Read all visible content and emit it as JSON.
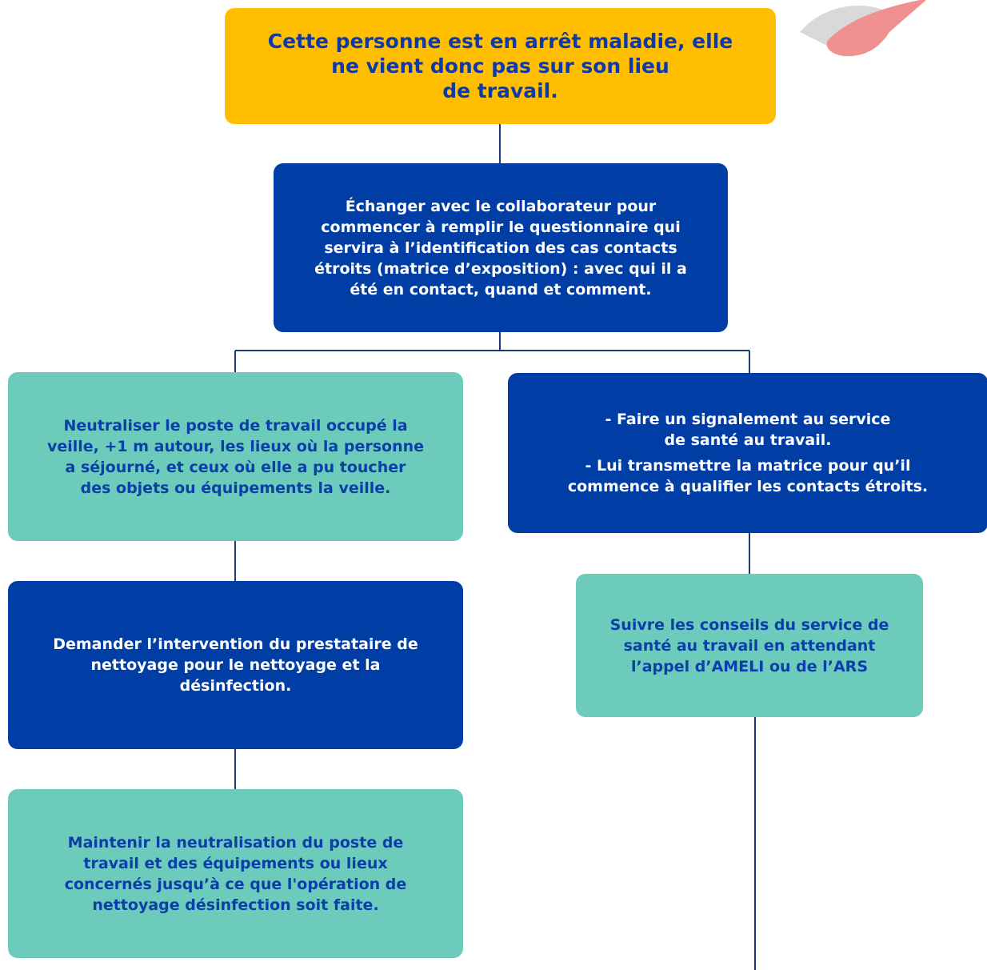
{
  "boxes": {
    "top": {
      "text": "Cette personne est en arrêt maladie, elle\nne vient donc pas sur son lieu\nde travail."
    },
    "exchange": {
      "text": "Échanger avec le collaborateur pour\ncommencer à remplir le questionnaire qui\nservira à l’identification des cas contacts\nétroits (matrice d’exposition) : avec qui il a\nété en contact, quand et comment."
    },
    "neutralize": {
      "text": "Neutraliser le poste de travail occupé la\nveille, +1 m autour, les lieux où la personne\na séjourné, et ceux où elle a pu toucher\ndes objets ou équipements la veille."
    },
    "report": {
      "line1": "- Faire un signalement au service\nde santé au travail.",
      "line2": "- Lui transmettre la matrice pour qu’il\ncommence à qualifier les contacts étroits."
    },
    "cleaning": {
      "text": "Demander l’intervention du prestataire de\nnettoyage pour  le nettoyage et la\ndésinfection."
    },
    "advice": {
      "text": "Suivre les conseils du service de\nsanté au travail en attendant\nl’appel d’AMELI ou de l’ARS"
    },
    "maintain": {
      "text": "Maintenir la neutralisation du poste de\ntravail et des équipements ou lieux\nconcernés jusqu’à ce que l'opération de\nnettoyage désinfection soit faite."
    }
  },
  "colors": {
    "yellow": "#ffbf00",
    "navy": "#003da5",
    "teal": "#6ccbbb",
    "connector": "#1b3a78"
  }
}
